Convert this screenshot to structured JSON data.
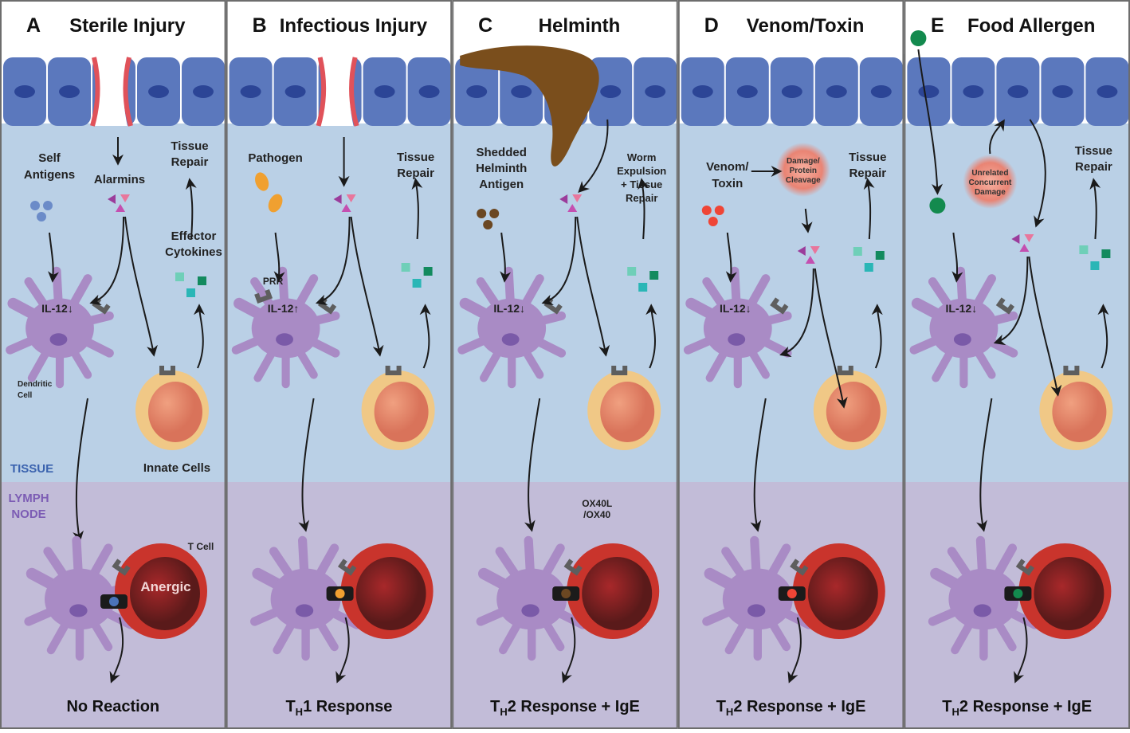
{
  "colors": {
    "tissue_bg": "#bad0e6",
    "lymph_bg": "#c2bcd8",
    "epithelium": "#5b78bd",
    "nucleus": "#2c4596",
    "dendritic_cell": "#a98bc5",
    "dc_nucleus": "#7a5aa8",
    "receptor": "#5e5e5e",
    "innate_outer": "#f0c886",
    "innate_inner": "#d9735a",
    "t_cell": "#c9342c",
    "t_cell_core": "#5a1a1a",
    "alarmin_purple": "#9b3c9b",
    "alarmin_pink": "#e8769c",
    "cytokine_light": "#6fcfb8",
    "cytokine_teal": "#2ab6b6",
    "cytokine_green": "#138a5e",
    "damage_glow": "#e98474",
    "tissue_label": "#3a62ae",
    "lymph_label": "#7c5cb4"
  },
  "panels": [
    {
      "letter": "A",
      "title": "Sterile Injury",
      "antigen_lines": [
        "Self",
        "Antigens"
      ],
      "antigen_color": "#6b8bc8",
      "pathogen_icon": false,
      "alarmin_lines": [
        "Alarmins"
      ],
      "damage_lines": [],
      "repair_lines": [
        "Tissue",
        "Repair"
      ],
      "cytokine_lines": [
        "Effector",
        "Cytokines"
      ],
      "receptor_label": "",
      "il12": "IL-12",
      "il12_arrow": "↓",
      "dc_label_lines": [
        "Dendritic",
        "Cell"
      ],
      "tissue_label": "TISSUE",
      "lymph_label_lines": [
        "LYMPH",
        "NODE"
      ],
      "innate_label": "Innate Cells",
      "tcell_label": "T Cell",
      "anergic": "Anergic",
      "costim_label_lines": [],
      "mhc_dot": "#4b73b9",
      "outcome_main": "No Reaction",
      "outcome_sub": "",
      "outcome_rest": ""
    },
    {
      "letter": "B",
      "title": "Infectious Injury",
      "antigen_lines": [
        "Pathogen"
      ],
      "antigen_color": "#f0a030",
      "pathogen_icon": true,
      "alarmin_lines": [],
      "damage_lines": [],
      "repair_lines": [
        "Tissue",
        "Repair"
      ],
      "cytokine_lines": [],
      "receptor_label": "PRR",
      "il12": "IL-12",
      "il12_arrow": "↑",
      "dc_label_lines": [],
      "tissue_label": "",
      "lymph_label_lines": [],
      "innate_label": "",
      "tcell_label": "",
      "anergic": "",
      "costim_label_lines": [],
      "mhc_dot": "#f0a030",
      "outcome_main": "T",
      "outcome_sub": "H",
      "outcome_rest": "1 Response"
    },
    {
      "letter": "C",
      "title": "Helminth",
      "antigen_lines": [
        "Shedded",
        "Helminth",
        "Antigen"
      ],
      "antigen_color": "#6b4722",
      "pathogen_icon": false,
      "alarmin_lines": [],
      "damage_lines": [],
      "repair_lines": [
        "Worm",
        "Expulsion",
        "+ Tissue",
        "Repair"
      ],
      "cytokine_lines": [],
      "receptor_label": "",
      "il12": "IL-12",
      "il12_arrow": "↓",
      "dc_label_lines": [],
      "tissue_label": "",
      "lymph_label_lines": [],
      "innate_label": "",
      "tcell_label": "",
      "anergic": "",
      "costim_label_lines": [
        "OX40L",
        "/OX40"
      ],
      "mhc_dot": "#6b4722",
      "outcome_main": "T",
      "outcome_sub": "H",
      "outcome_rest": "2 Response + IgE"
    },
    {
      "letter": "D",
      "title": "Venom/Toxin",
      "antigen_lines": [
        "Venom/",
        "Toxin"
      ],
      "antigen_color": "#ef4536",
      "pathogen_icon": false,
      "alarmin_lines": [],
      "damage_lines": [
        "Damage/",
        "Protein",
        "Cleavage"
      ],
      "repair_lines": [
        "Tissue",
        "Repair"
      ],
      "cytokine_lines": [],
      "receptor_label": "",
      "il12": "IL-12",
      "il12_arrow": "↓",
      "dc_label_lines": [],
      "tissue_label": "",
      "lymph_label_lines": [],
      "innate_label": "",
      "tcell_label": "",
      "anergic": "",
      "costim_label_lines": [],
      "mhc_dot": "#ef4536",
      "outcome_main": "T",
      "outcome_sub": "H",
      "outcome_rest": "2 Response + IgE"
    },
    {
      "letter": "E",
      "title": "Food Allergen",
      "antigen_lines": [],
      "antigen_color": "#138a4e",
      "pathogen_icon": false,
      "alarmin_lines": [],
      "damage_lines": [
        "Unrelated",
        "Concurrent",
        "Damage"
      ],
      "repair_lines": [
        "Tissue",
        "Repair"
      ],
      "cytokine_lines": [],
      "receptor_label": "",
      "il12": "IL-12",
      "il12_arrow": "↓",
      "dc_label_lines": [],
      "tissue_label": "",
      "lymph_label_lines": [],
      "innate_label": "",
      "tcell_label": "",
      "anergic": "",
      "costim_label_lines": [],
      "mhc_dot": "#138a4e",
      "outcome_main": "T",
      "outcome_sub": "H",
      "outcome_rest": "2 Response + IgE"
    }
  ]
}
